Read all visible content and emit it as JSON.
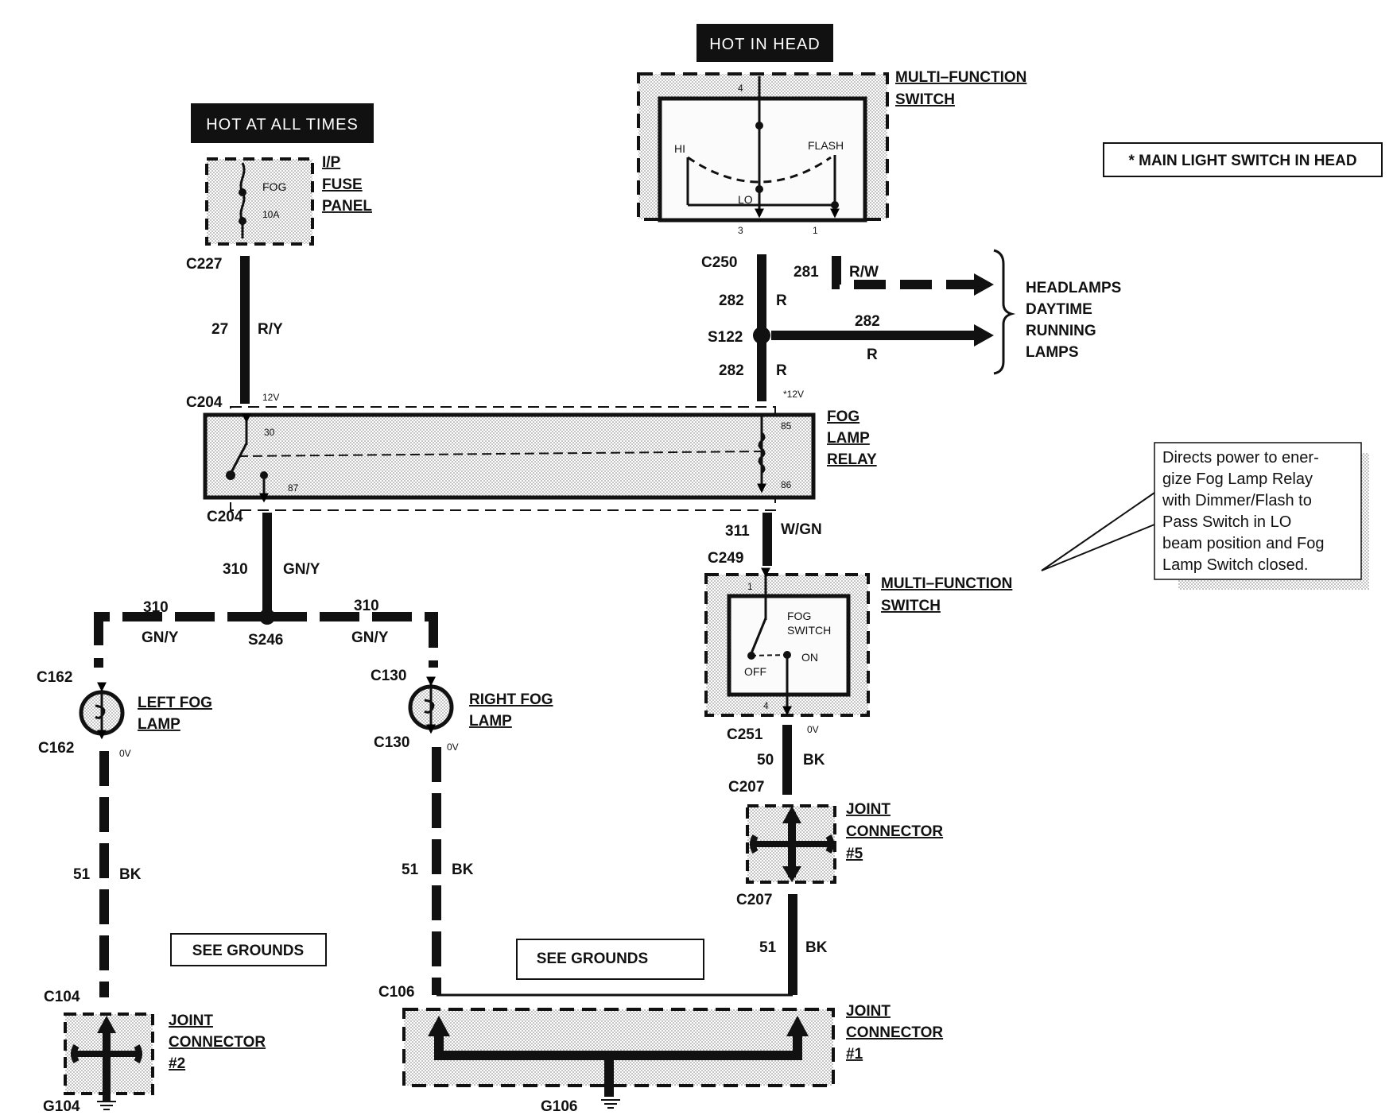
{
  "headers": {
    "hot_at_all_times": "HOT AT ALL TIMES",
    "hot_in_head": "HOT IN HEAD",
    "main_light_note": "* MAIN LIGHT SWITCH IN HEAD"
  },
  "components": {
    "fuse_panel": [
      "I/P",
      "FUSE",
      "PANEL"
    ],
    "fuse_label": "FOG",
    "fuse_rating": "10A",
    "mfs_top": [
      "MULTI–FUNCTION",
      "SWITCH"
    ],
    "mfs_top_hi": "HI",
    "mfs_top_lo": "LO",
    "mfs_top_flash": "FLASH",
    "mfs_top_pins": [
      "4",
      "3",
      "1"
    ],
    "relay": [
      "FOG",
      "LAMP",
      "RELAY"
    ],
    "relay_pins": [
      "30",
      "87",
      "85",
      "86"
    ],
    "mfs_bottom": [
      "MULTI–FUNCTION",
      "SWITCH"
    ],
    "fog_switch": [
      "FOG",
      "SWITCH"
    ],
    "fog_off": "OFF",
    "fog_on": "ON",
    "fog_pins": [
      "1",
      "4"
    ],
    "left_fog": [
      "LEFT FOG",
      "LAMP"
    ],
    "right_fog": [
      "RIGHT FOG",
      "LAMP"
    ],
    "jc5": [
      "JOINT",
      "CONNECTOR",
      "#5"
    ],
    "jc2": [
      "JOINT",
      "CONNECTOR",
      "#2"
    ],
    "jc1": [
      "JOINT",
      "CONNECTOR",
      "#1"
    ],
    "headlamps": [
      "HEADLAMPS",
      "DAYTIME",
      "RUNNING",
      "LAMPS"
    ],
    "see_grounds": "SEE GROUNDS"
  },
  "connectors": {
    "c227": "C227",
    "c204": "C204",
    "c250": "C250",
    "s122": "S122",
    "c249": "C249",
    "s246": "S246",
    "c162": "C162",
    "c130": "C130",
    "c251": "C251",
    "c207": "C207",
    "c104": "C104",
    "c106": "C106",
    "g104": "G104",
    "g106": "G106"
  },
  "wires": {
    "w27": "27",
    "ry": "R/Y",
    "v12": "12V",
    "v12star": "*12V",
    "w281": "281",
    "rw": "R/W",
    "w282": "282",
    "r": "R",
    "w310": "310",
    "gny": "GN/Y",
    "w311": "311",
    "wgn": "W/GN",
    "w50": "50",
    "w51": "51",
    "bk": "BK",
    "v0": "0V"
  },
  "callout": {
    "lines": [
      "Directs  power to ener-",
      "gize  Fog  Lamp  Relay",
      "with  Dimmer/Flash  to",
      "Pass   Switch   in   LO",
      "beam position and Fog",
      "Lamp Switch closed."
    ]
  }
}
